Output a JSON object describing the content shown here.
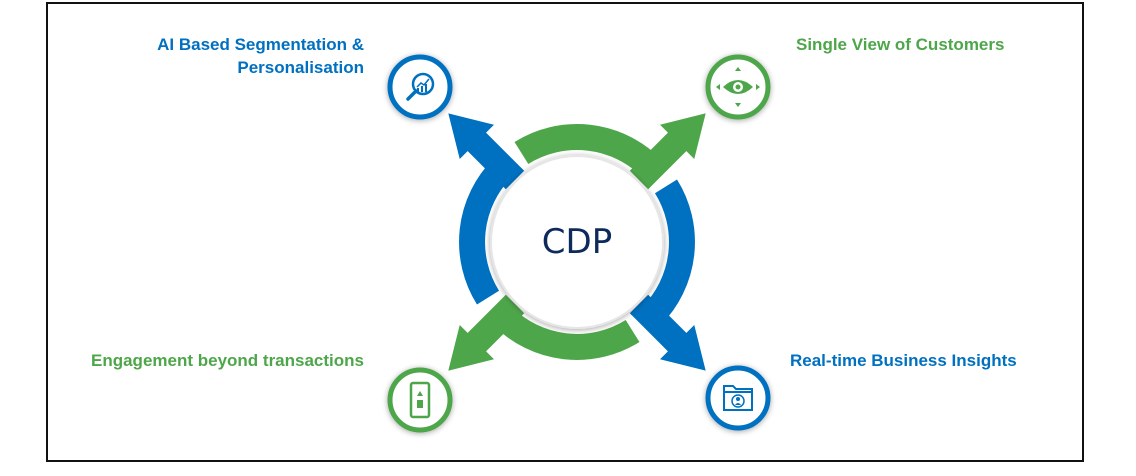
{
  "center": {
    "label": "CDP"
  },
  "items": [
    {
      "label_line1": "AI Based Segmentation &",
      "label_line2": "Personalisation",
      "icon": "magnifier-chart-icon"
    },
    {
      "label": "Single View of Customers",
      "icon": "eye-arrows-icon"
    },
    {
      "label": "Engagement beyond transactions",
      "icon": "mobile-phone-icon"
    },
    {
      "label": "Real-time Business Insights",
      "icon": "folder-user-icon"
    }
  ],
  "colors": {
    "blue": "#0070c0",
    "green": "#4ea64a",
    "text_dark": "#0d2a5c"
  }
}
